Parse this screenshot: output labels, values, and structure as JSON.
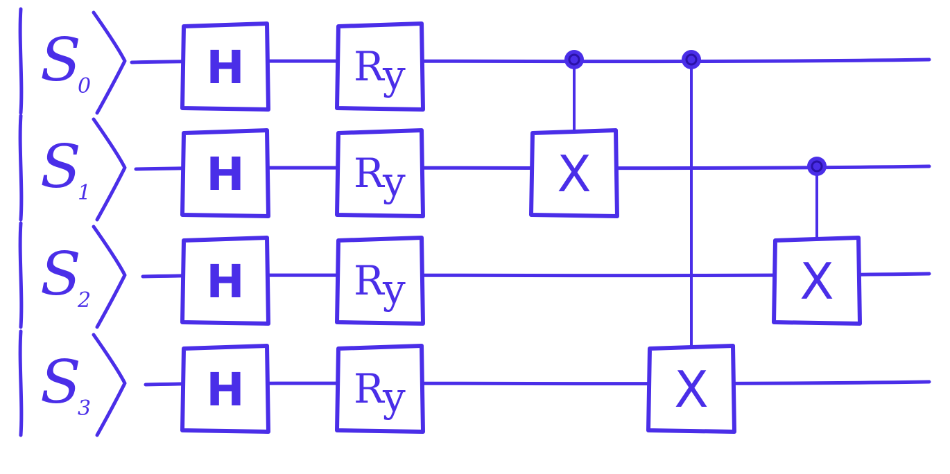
{
  "diagram": {
    "ink_color": "#4a2ee8",
    "background": "#ffffff",
    "qubits": [
      {
        "letter": "S",
        "sub": "0"
      },
      {
        "letter": "S",
        "sub": "1"
      },
      {
        "letter": "S",
        "sub": "2"
      },
      {
        "letter": "S",
        "sub": "3"
      }
    ],
    "gate_labels": {
      "hadamard": "H",
      "rotation_letter": "R",
      "rotation_sub": "y",
      "target": "X"
    },
    "layers": [
      {
        "type": "single",
        "gate": "H",
        "qubits": [
          0,
          1,
          2,
          3
        ]
      },
      {
        "type": "single",
        "gate": "Ry",
        "qubits": [
          0,
          1,
          2,
          3
        ]
      }
    ],
    "cnots": [
      {
        "control": 0,
        "target": 1
      },
      {
        "control": 0,
        "target": 3
      },
      {
        "control": 1,
        "target": 2
      }
    ]
  }
}
